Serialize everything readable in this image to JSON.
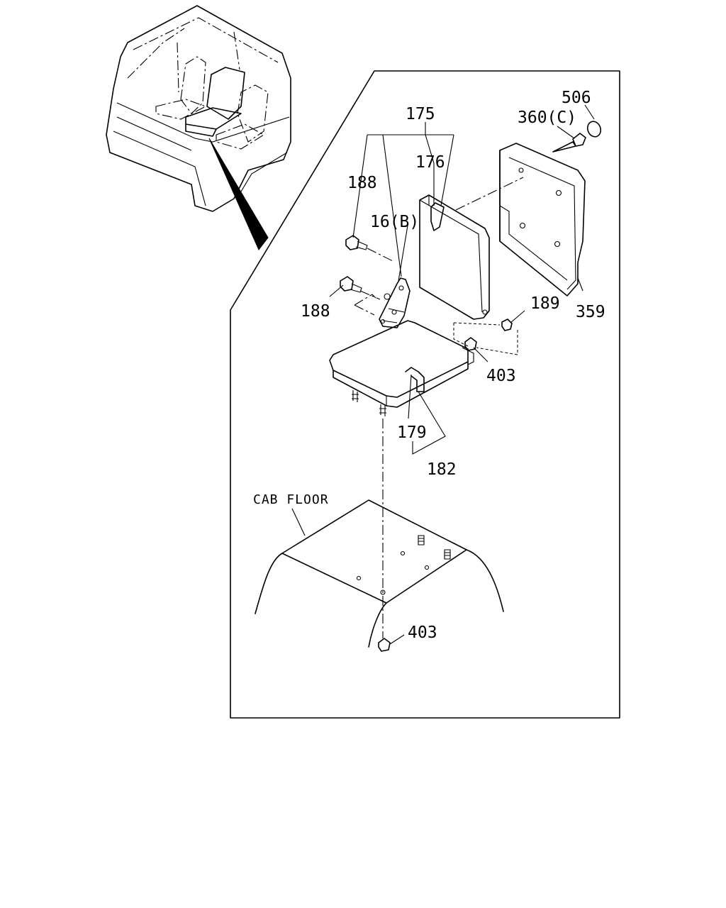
{
  "labels": {
    "l175": "175",
    "l176": "176",
    "l188a": "188",
    "l16b": "16(B)",
    "l188b": "188",
    "l506": "506",
    "l360c": "360(C)",
    "l359": "359",
    "l189": "189",
    "l403a": "403",
    "l179": "179",
    "l182": "182",
    "cab_floor": "CAB FLOOR",
    "l403b": "403"
  }
}
